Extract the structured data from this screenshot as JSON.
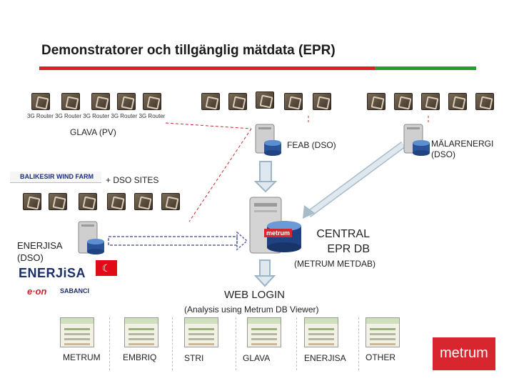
{
  "title": "Demonstratorer och tillgänglig mätdata (EPR)",
  "colors": {
    "red": "#d9202a",
    "green": "#1ea02f",
    "arrow_red": "#c8282a",
    "arrow_blue": "#9ab4c8",
    "metrum_red": "#d8262e"
  },
  "router_label": "3G Router 3G Router 3G Router 3G Router  3G Router",
  "glava_label": "GLAVA (PV)",
  "feab_label": "FEAB (DSO)",
  "malarenergi_label": [
    "MÄLARENERGI",
    "(DSO)"
  ],
  "balikesir_logo": "BALIKESIR WIND FARM",
  "dso_sites_label": "+ DSO SITES",
  "enerjisa_label": [
    "ENERJISA",
    "(DSO)"
  ],
  "central_label": [
    "CENTRAL",
    "EPR DB"
  ],
  "metrum_metdab_label": "(METRUM METDAB)",
  "server_logo": "metrum",
  "web_login_label": "WEB LOGIN",
  "analysis_label": "(Analysis using Metrum DB Viewer)",
  "users": [
    "METRUM",
    "EMBRIQ",
    "STRI",
    "GLAVA",
    "ENERJISA",
    "OTHER"
  ],
  "logos": {
    "enerjisa": "ENERJiSA",
    "eon": "e·on",
    "sabanci": "SABANCI",
    "metrum": "metrum"
  },
  "icons": [
    "router-icon",
    "server-icon",
    "turkey-flag-icon",
    "user-screen-icon",
    "arrow-down-icon"
  ]
}
